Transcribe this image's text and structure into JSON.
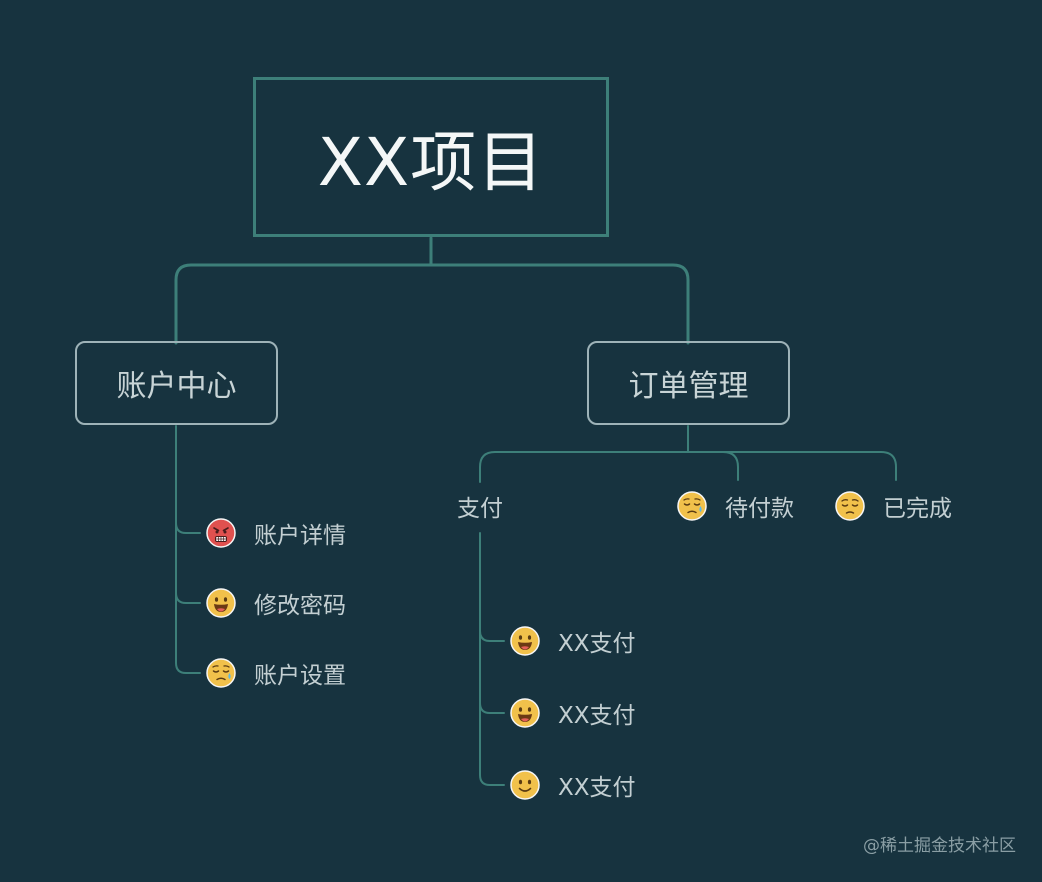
{
  "root": {
    "title": "XX项目"
  },
  "branches": [
    {
      "label": "账户中心",
      "children": [
        {
          "label": "账户详情",
          "icon": "angry-face-icon"
        },
        {
          "label": "修改密码",
          "icon": "grinning-face-icon"
        },
        {
          "label": "账户设置",
          "icon": "sad-sweat-face-icon"
        }
      ]
    },
    {
      "label": "订单管理",
      "children": [
        {
          "label": "支付",
          "children": [
            {
              "label": "XX支付",
              "icon": "grinning-face-icon"
            },
            {
              "label": "XX支付",
              "icon": "grinning-face-icon"
            },
            {
              "label": "XX支付",
              "icon": "smiling-face-icon"
            }
          ]
        },
        {
          "label": "待付款",
          "icon": "sad-sweat-face-icon"
        },
        {
          "label": "已完成",
          "icon": "pensive-face-icon"
        }
      ]
    }
  ],
  "watermark": "@稀土掘金技术社区",
  "colors": {
    "background": "#17333f",
    "connector": "#3d7f79",
    "node_border": "#9eb3b8",
    "emoji_yellow": "#f1c14b",
    "emoji_red": "#e0514f"
  }
}
